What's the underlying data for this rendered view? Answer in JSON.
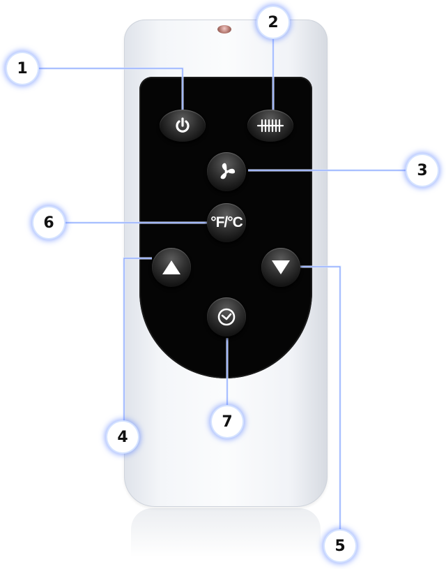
{
  "remote": {
    "buttons": [
      {
        "id": "power",
        "icon": "power-icon"
      },
      {
        "id": "heater",
        "icon": "heater-icon"
      },
      {
        "id": "fan",
        "icon": "fan-icon"
      },
      {
        "id": "unit",
        "icon": "fahrenheit-celsius-icon",
        "label": "°F/°C"
      },
      {
        "id": "up",
        "icon": "triangle-up-icon"
      },
      {
        "id": "down",
        "icon": "triangle-down-icon"
      },
      {
        "id": "timer",
        "icon": "clock-icon"
      }
    ]
  },
  "callouts": [
    "1",
    "2",
    "3",
    "4",
    "5",
    "6",
    "7"
  ],
  "colors": {
    "panel": "#050505",
    "body": "#f4f6f9",
    "callout_glow": "#5078ff",
    "callout_text": "#111111",
    "icon": "#ffffff"
  }
}
